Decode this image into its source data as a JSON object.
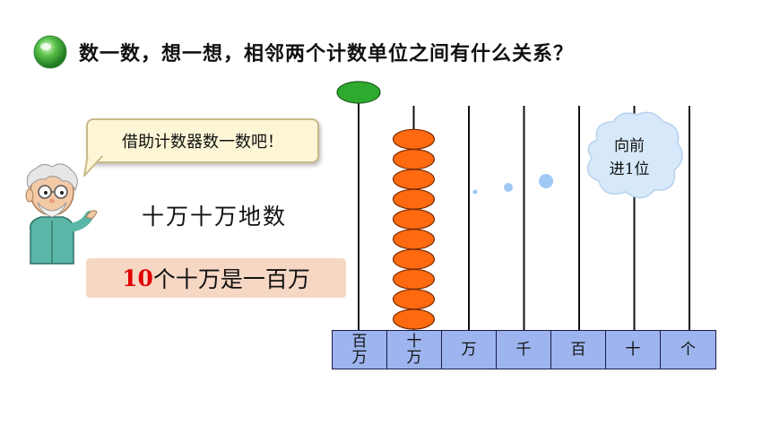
{
  "header": {
    "title": "数一数，想一想，相邻两个计数单位之间有什么关系？"
  },
  "speech_bubble": {
    "text": "借助计数器数一数吧！"
  },
  "count_phrase": "十万十万地数",
  "result": {
    "number": "10",
    "text": "个十万是一百万"
  },
  "cloud": {
    "line1": "向前",
    "line2": "进1位"
  },
  "place_values": [
    "百万",
    "十万",
    "万",
    "千",
    "百",
    "十",
    "个"
  ],
  "abacus": {
    "bead_counts": [
      0,
      10,
      0,
      0,
      0,
      0,
      0
    ],
    "carry_bead_count": 1,
    "colors": {
      "bead": "#ff6a10",
      "carry_bead": "#2eab2e",
      "table_fill": "#9db4ee",
      "result_highlight": "#e00000",
      "result_box": "#f6d7c4",
      "speech_box": "#fdf6d6",
      "cloud": "#d6e8fa"
    }
  },
  "icons": {
    "title_icon": "green-globe-icon",
    "teacher": "teacher-cartoon-icon"
  }
}
